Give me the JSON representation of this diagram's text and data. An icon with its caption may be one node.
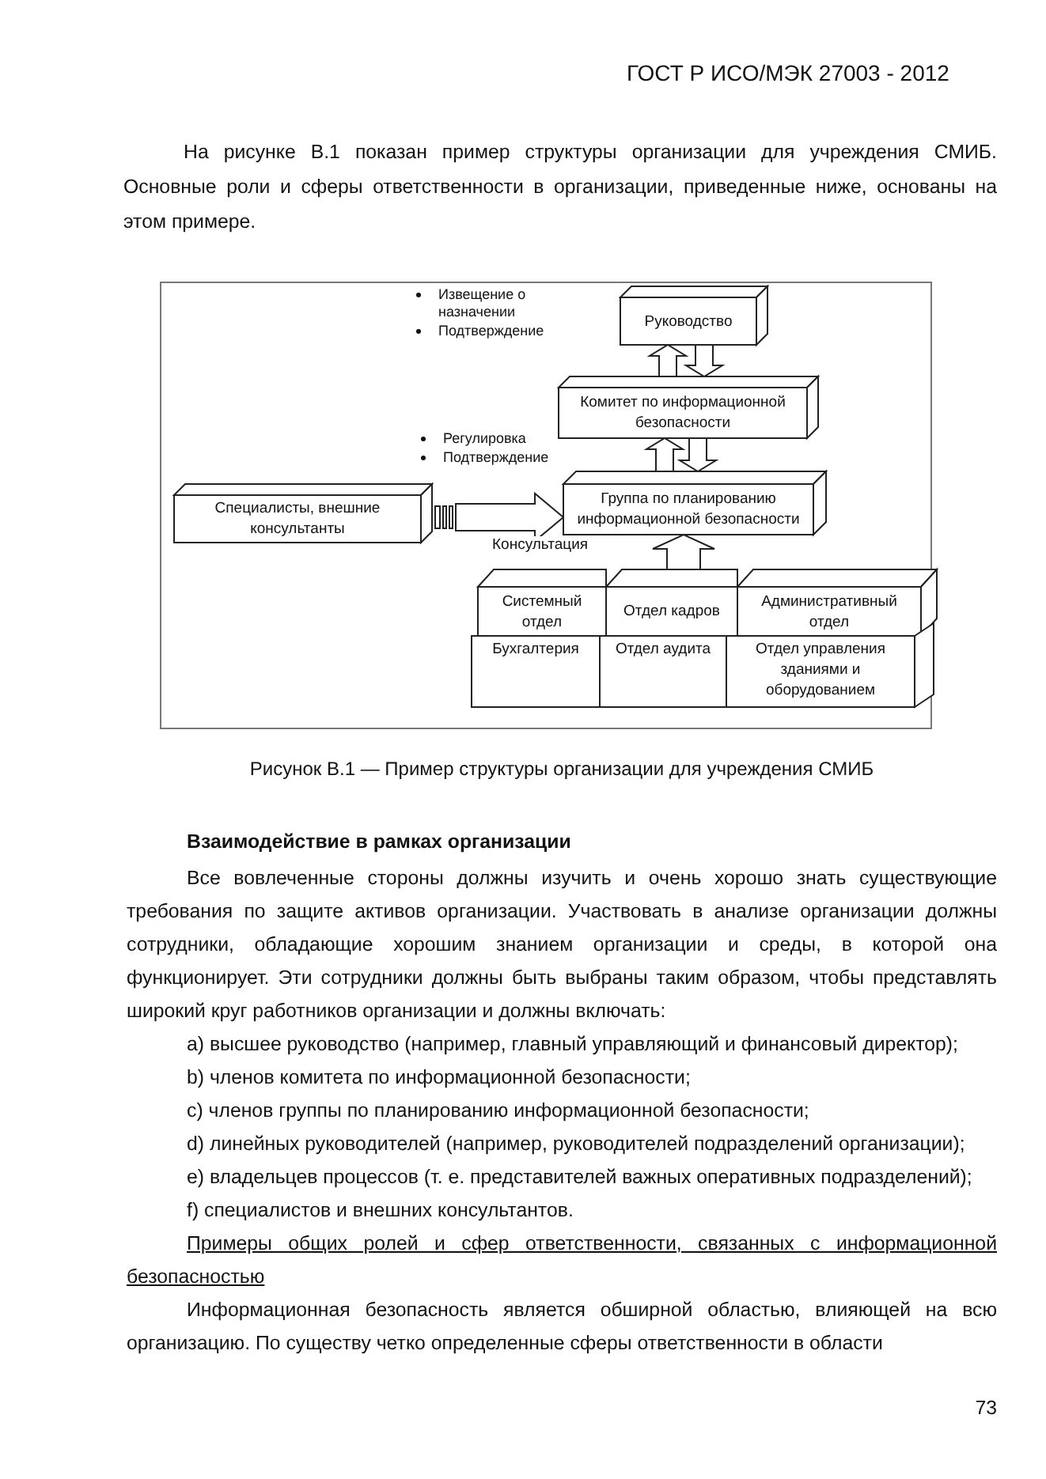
{
  "diagram": {
    "caption": "Рисунок В.1 — Пример структуры организации для учреждения СМИБ",
    "nodes": [
      {
        "text": [
          "Руководство"
        ]
      },
      {
        "text": [
          "Комитет по информационной безопасности"
        ]
      },
      {
        "text": [
          "Группа по планированию информационной безопасности"
        ]
      },
      {
        "text": [
          "Специалисты, внешние консультанты"
        ]
      },
      {
        "text": [
          "Системный отдел"
        ]
      },
      {
        "text": [
          "Отдел кадров"
        ]
      },
      {
        "text": [
          "Административный отдел"
        ]
      },
      {
        "text": [
          "Бухгалтерия"
        ]
      },
      {
        "text": [
          "Отдел аудита"
        ]
      },
      {
        "text": [
          "Отдел управления зданиями и оборудованием"
        ]
      }
    ],
    "edges": [
      {
        "from": 1,
        "to": 0,
        "arrow": "to"
      },
      {
        "from": 0,
        "to": 1,
        "arrow": "to"
      },
      {
        "from": 2,
        "to": 1,
        "arrow": "to"
      },
      {
        "from": 1,
        "to": 2,
        "arrow": "to"
      },
      {
        "from": 3,
        "to": 2,
        "arrow": "to",
        "label": "Консультация"
      },
      {
        "from": 5,
        "to": 2,
        "arrow": "to"
      }
    ],
    "labels": [
      "ГОСТ Р ИСО/МЭК 27003 - 2012",
      "На рисунке В.1 показан пример структуры организации для учреждения СМИБ. Основные роли и сферы ответственности в организации, приведенные ниже, основаны на этом примере.",
      "Извещение о назначении",
      "Подтверждение",
      "Регулировка",
      "Подтверждение",
      "Взаимодействие в рамках организации",
      "Все вовлеченные стороны должны изучить и очень хорошо знать существующие требования по защите активов организации. Участвовать в анализе организации должны сотрудники, обладающие хорошим знанием организации и среды, в которой она функционирует. Эти сотрудники должны быть выбраны таким образом, чтобы представлять широкий круг работников организации и должны включать:",
      "a) высшее руководство (например, главный управляющий и финансовый директор);",
      "b) членов комитета по информационной безопасности;",
      "c) членов группы по планированию информационной безопасности;",
      "d) линейных руководителей (например, руководителей подразделений организации);",
      "e) владельцев процессов (т. е. представителей важных оперативных подразделений);",
      "f) специалистов и внешних консультантов.",
      "Примеры общих ролей и сфер ответственности, связанных с информационной безопасностью",
      "Информационная безопасность является обширной областью, влияющей на всю организацию. По существу четко определенные сферы ответственности в области",
      "73"
    ]
  }
}
